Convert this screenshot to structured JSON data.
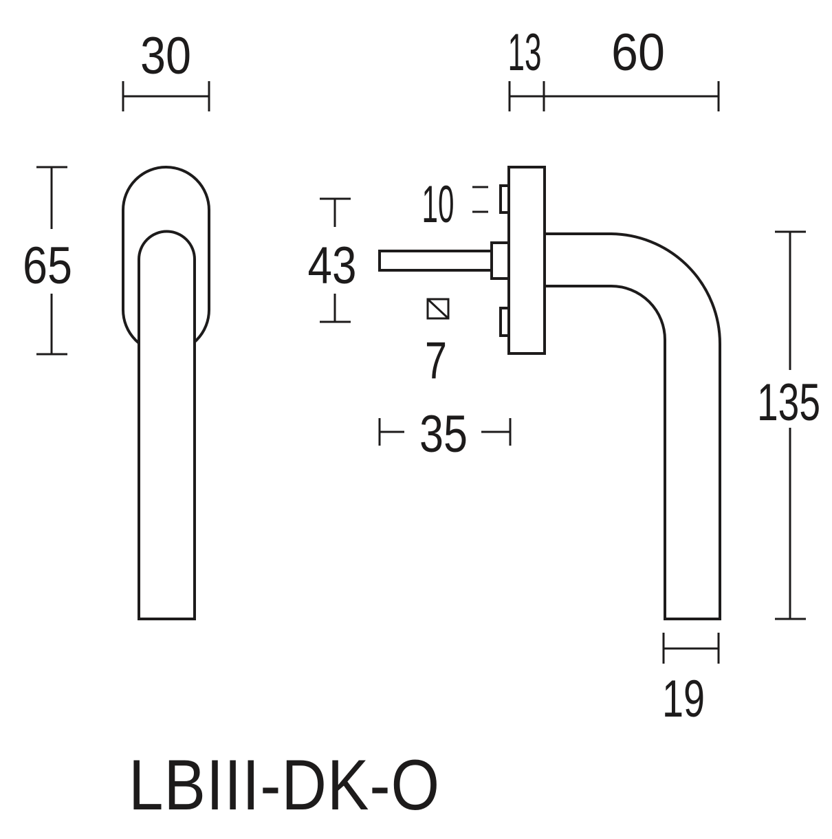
{
  "diagram": {
    "title": "LBIII-DK-O",
    "ink_color": "#1d1b1b",
    "background_color": "#ffffff",
    "front_view": {
      "rosette_width_mm": "30",
      "rosette_height_mm": "65"
    },
    "side_view": {
      "plate_thickness_mm": "13",
      "handle_reach_mm": "60",
      "screw_lug_height_mm": "10",
      "screw_centers_mm": "43",
      "spindle_square_mm": "7",
      "spindle_length_mm": "35",
      "grip_thickness_mm": "19",
      "grip_length_mm": "135"
    }
  }
}
